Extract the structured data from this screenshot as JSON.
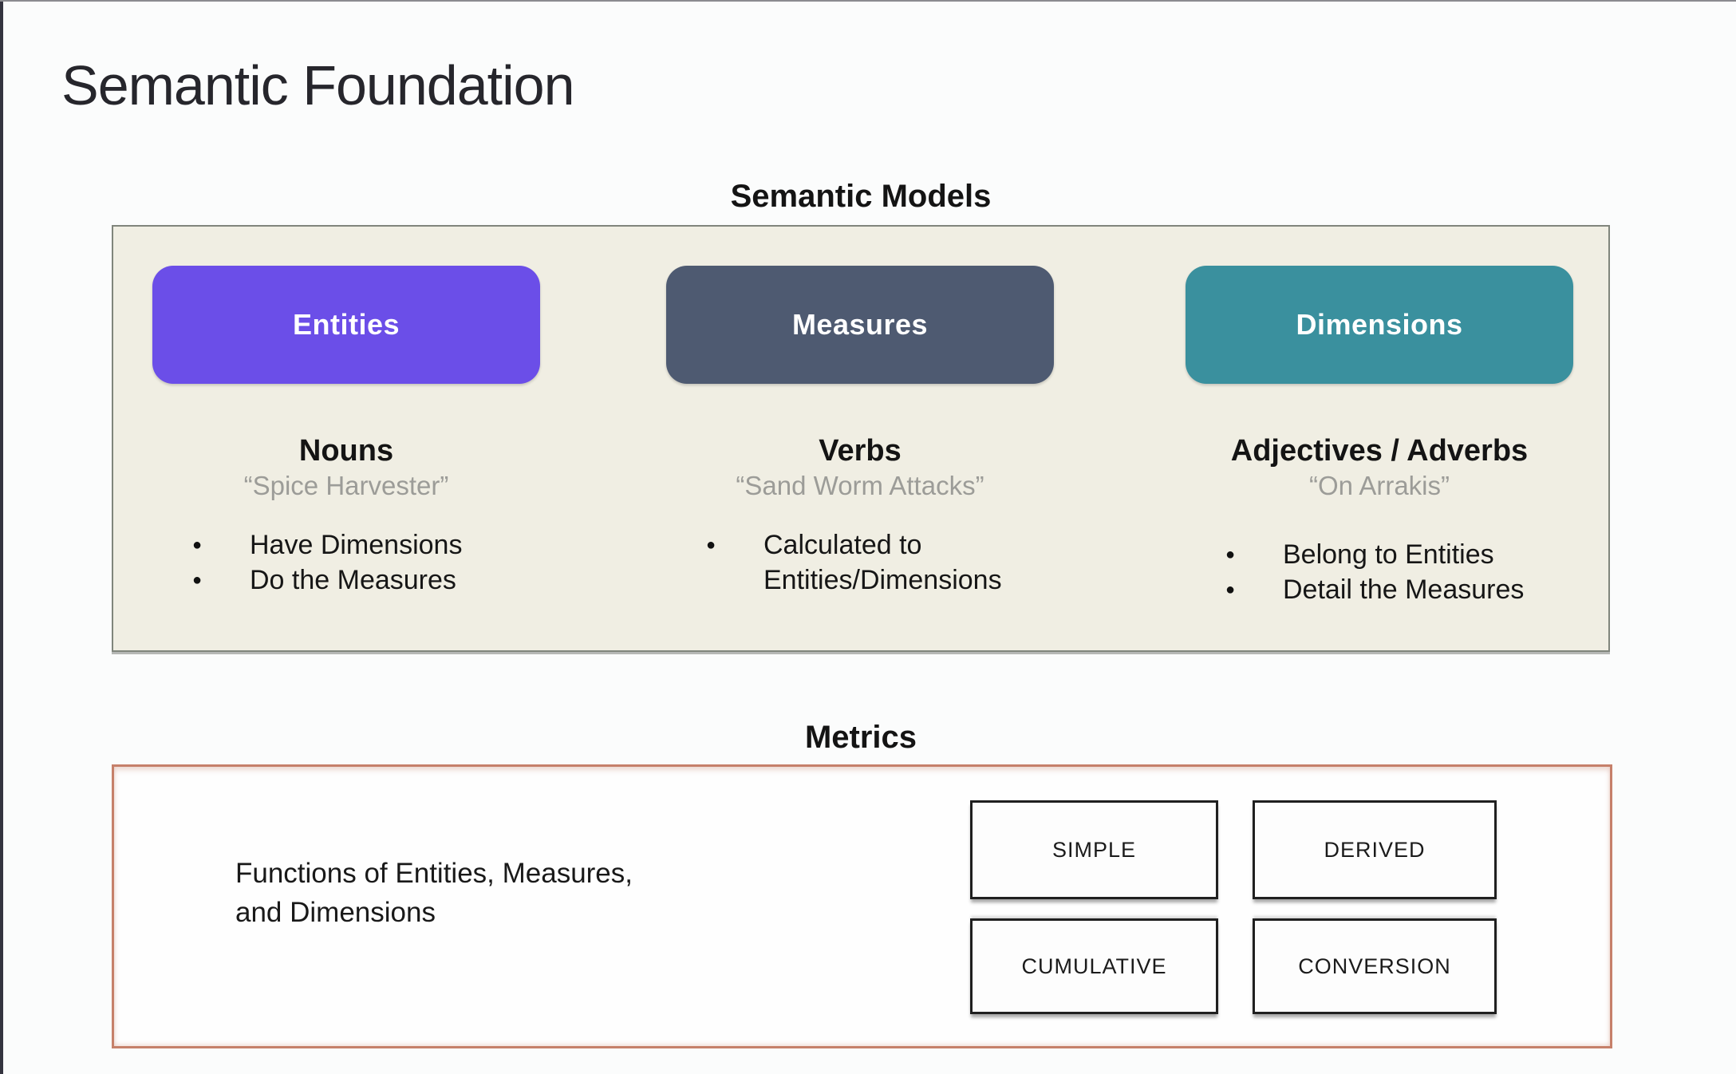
{
  "page": {
    "title": "Semantic Foundation"
  },
  "semantic_models": {
    "heading": "Semantic Models",
    "panel_background": "#f0eee3",
    "columns": [
      {
        "button": "Entities",
        "color": "#6b4ee8",
        "heading": "Nouns",
        "quote": "“Spice Harvester”",
        "bullets": [
          "Have Dimensions",
          "Do the Measures"
        ]
      },
      {
        "button": "Measures",
        "color": "#4e5a71",
        "heading": "Verbs",
        "quote": "“Sand Worm Attacks”",
        "bullets": [
          "Calculated to Entities/Dimensions"
        ]
      },
      {
        "button": "Dimensions",
        "color": "#3a909e",
        "heading": "Adjectives / Adverbs",
        "quote": "“On Arrakis”",
        "bullets": [
          "Belong to Entities",
          "Detail the Measures"
        ]
      }
    ]
  },
  "metrics": {
    "heading": "Metrics",
    "description_line1": "Functions of Entities, Measures,",
    "description_line2": "and Dimensions",
    "border_color": "#c6806a",
    "types": [
      "SIMPLE",
      "DERIVED",
      "CUMULATIVE",
      "CONVERSION"
    ]
  },
  "bullet_glyph": "●"
}
